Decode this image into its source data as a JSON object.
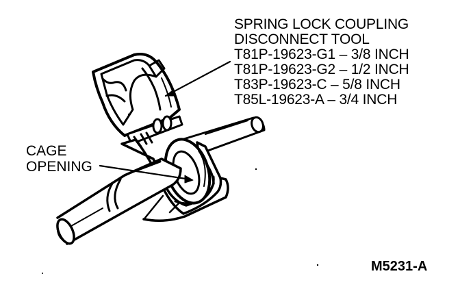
{
  "tool_callout": {
    "title_line1": "SPRING LOCK COUPLING",
    "title_line2": "DISCONNECT TOOL",
    "sizes": [
      "T81P-19623-G1 – 3/8 INCH",
      "T81P-19623-G2 – 1/2 INCH",
      "T83P-19623-C – 5/8 INCH",
      "T85L-19623-A – 3/4 INCH"
    ]
  },
  "cage_callout": {
    "line1": "CAGE",
    "line2": "OPENING"
  },
  "figure_id": "M5231-A"
}
